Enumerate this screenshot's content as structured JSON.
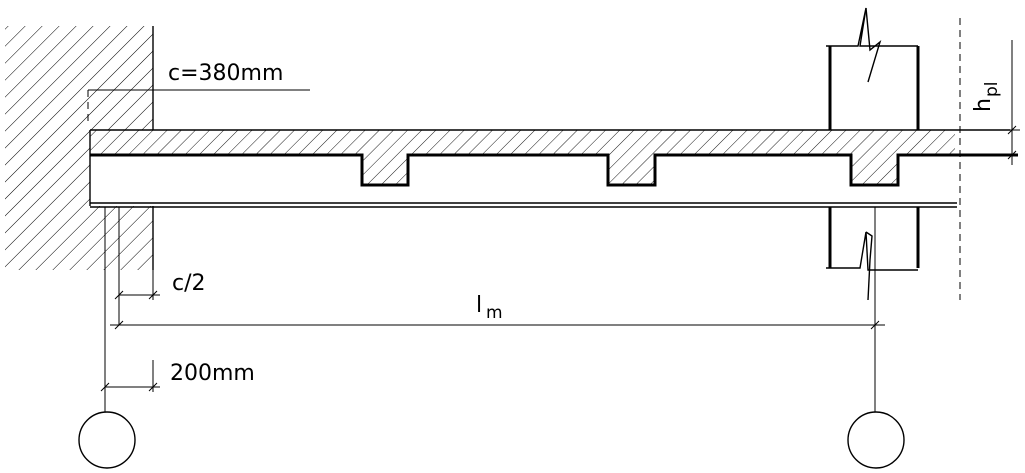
{
  "labels": {
    "support_width": "c=380mm",
    "half_support": "c/2",
    "span_main": "l",
    "span_sub": "m",
    "offset": "200mm",
    "plate_height_main": "h",
    "plate_height_sub": "pl"
  }
}
